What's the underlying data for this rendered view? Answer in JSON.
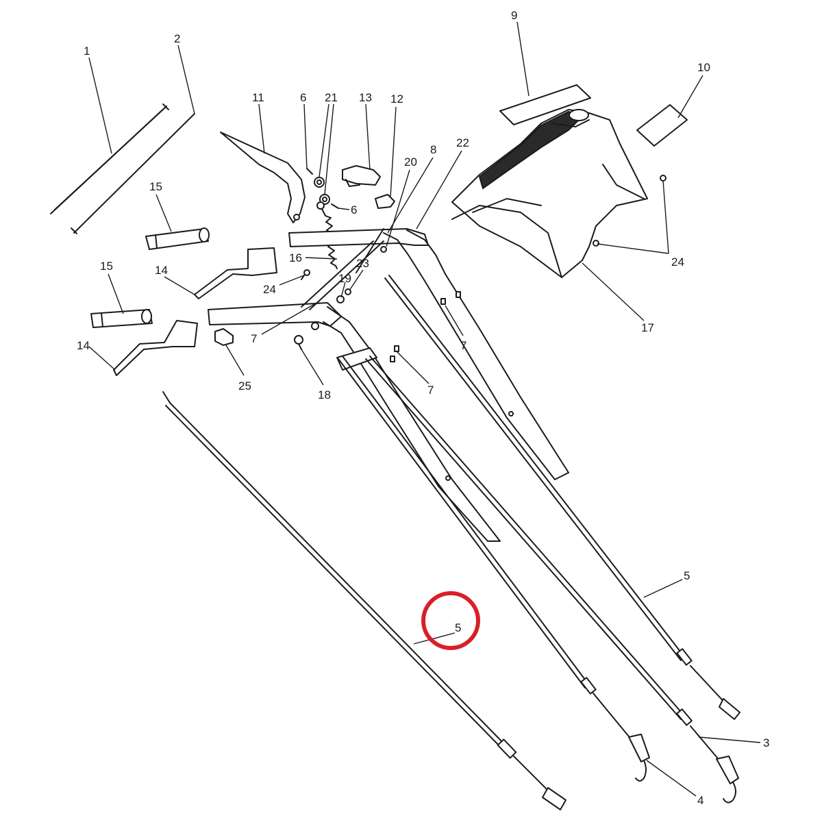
{
  "highlight": {
    "color": "#d91f26",
    "label": "5"
  },
  "callouts": [
    {
      "id": "1",
      "text": "1"
    },
    {
      "id": "2",
      "text": "2"
    },
    {
      "id": "9",
      "text": "9"
    },
    {
      "id": "10",
      "text": "10"
    },
    {
      "id": "11",
      "text": "11"
    },
    {
      "id": "6a",
      "text": "6"
    },
    {
      "id": "21",
      "text": "21"
    },
    {
      "id": "13",
      "text": "13"
    },
    {
      "id": "12",
      "text": "12"
    },
    {
      "id": "20",
      "text": "20"
    },
    {
      "id": "8",
      "text": "8"
    },
    {
      "id": "22",
      "text": "22"
    },
    {
      "id": "15a",
      "text": "15"
    },
    {
      "id": "6b",
      "text": "6"
    },
    {
      "id": "16",
      "text": "16"
    },
    {
      "id": "24a",
      "text": "24"
    },
    {
      "id": "15b",
      "text": "15"
    },
    {
      "id": "14a",
      "text": "14"
    },
    {
      "id": "23",
      "text": "23"
    },
    {
      "id": "24b",
      "text": "24"
    },
    {
      "id": "19",
      "text": "19"
    },
    {
      "id": "7a",
      "text": "7"
    },
    {
      "id": "7b",
      "text": "7"
    },
    {
      "id": "17",
      "text": "17"
    },
    {
      "id": "14b",
      "text": "14"
    },
    {
      "id": "25",
      "text": "25"
    },
    {
      "id": "18",
      "text": "18"
    },
    {
      "id": "7c",
      "text": "7"
    },
    {
      "id": "5a",
      "text": "5"
    },
    {
      "id": "5b",
      "text": "5"
    },
    {
      "id": "3",
      "text": "3"
    },
    {
      "id": "4",
      "text": "4"
    }
  ]
}
